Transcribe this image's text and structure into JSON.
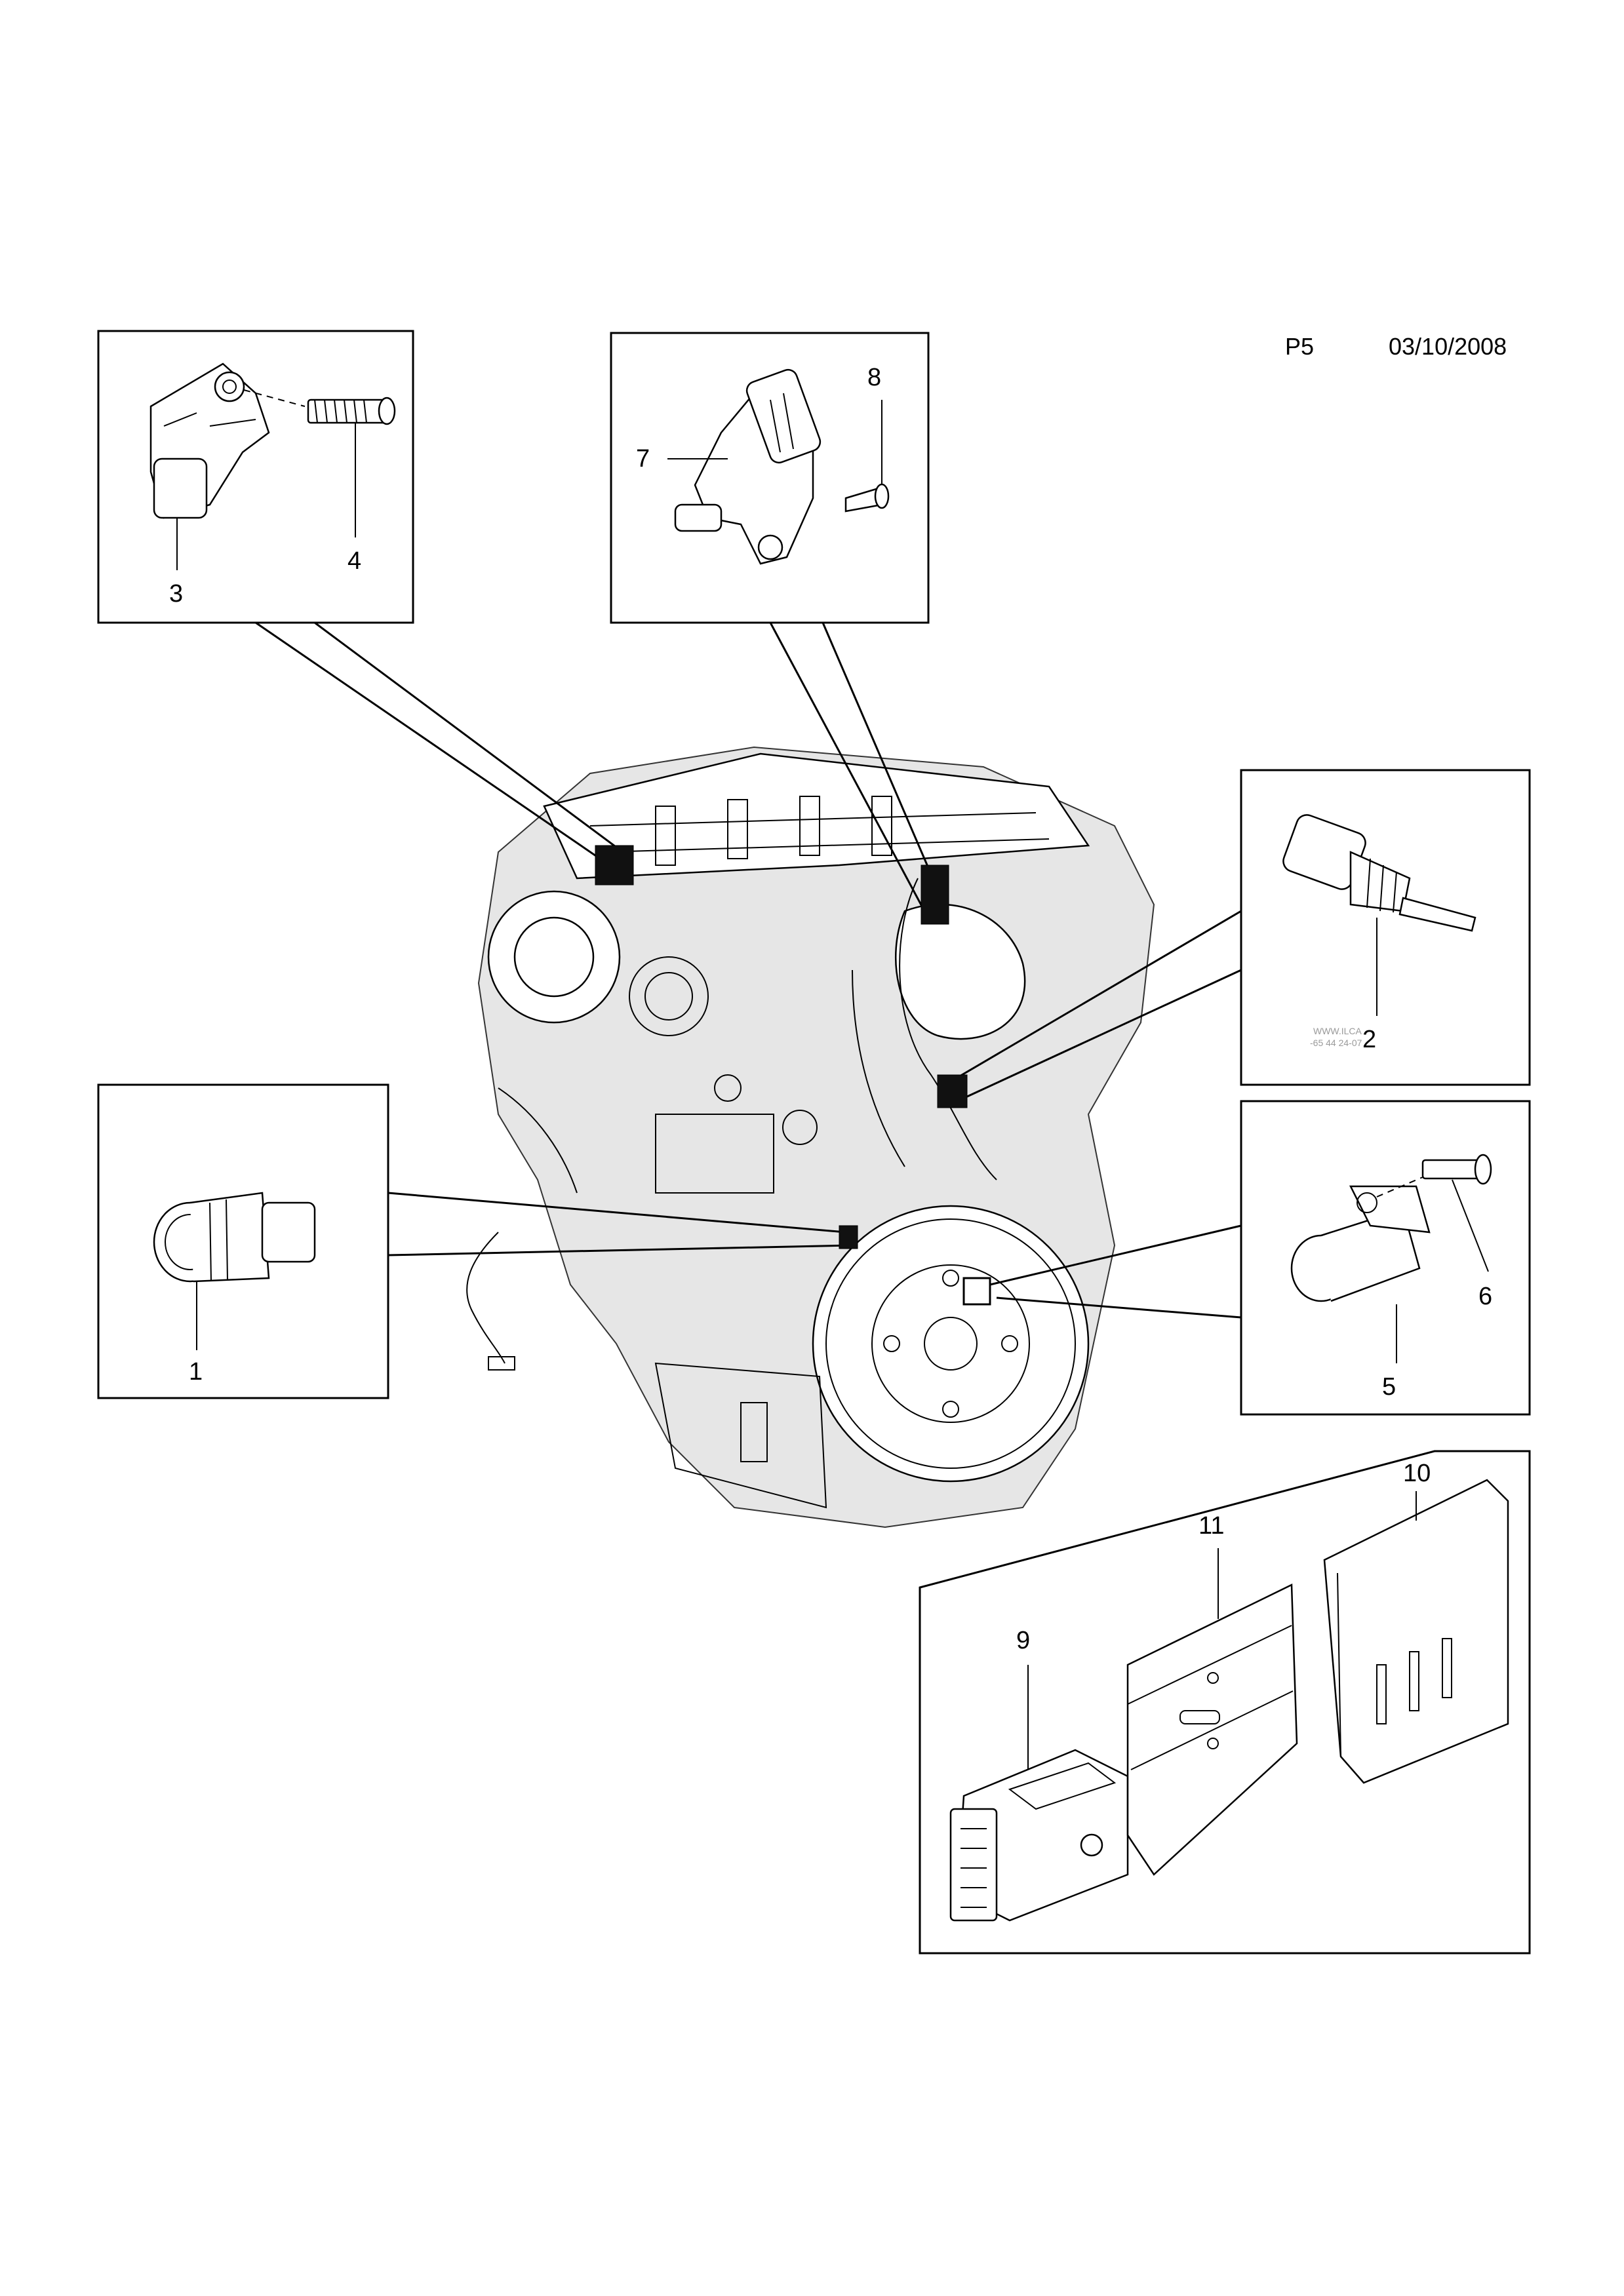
{
  "header": {
    "page_code": "P5",
    "date": "03/10/2008"
  },
  "watermark": {
    "line1": "WWW.ILCA",
    "line2": "-65 44 24-07"
  },
  "callouts": {
    "c1": "1",
    "c2": "2",
    "c3": "3",
    "c4": "4",
    "c5": "5",
    "c6": "6",
    "c7": "7",
    "c8": "8",
    "c9": "9",
    "c10": "10",
    "c11": "11"
  }
}
